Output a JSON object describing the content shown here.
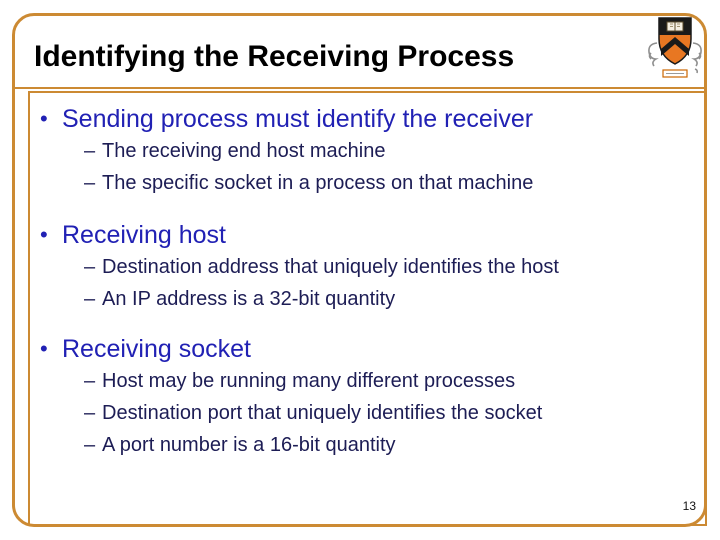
{
  "header": {
    "title": "Identifying the Receiving Process"
  },
  "content": {
    "bullet_char": "•",
    "dash_char": "–",
    "sections": [
      {
        "heading": "Sending process must identify the receiver",
        "items": [
          "The receiving end host machine",
          "The specific socket in a process on that machine"
        ]
      },
      {
        "heading": "Receiving host",
        "items": [
          "Destination address that uniquely identifies the host",
          "An IP address is a 32-bit quantity"
        ]
      },
      {
        "heading": "Receiving socket",
        "items": [
          "Host may be running many different processes",
          "Destination port that uniquely identifies the socket",
          "A port number is a 16-bit quantity"
        ]
      }
    ]
  },
  "footer": {
    "page_number": "13"
  },
  "colors": {
    "frame_border": "#cc8a33",
    "heading_blue": "#2121b4",
    "subtext_navy": "#1d1d55",
    "logo_orange": "#e87722",
    "logo_black": "#1a1a1a"
  }
}
